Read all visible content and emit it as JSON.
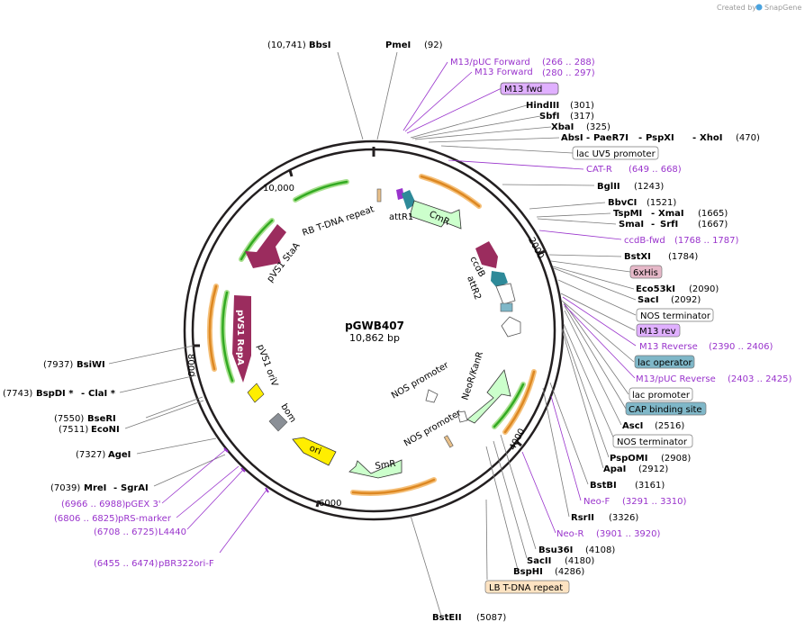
{
  "credit": {
    "text": "Created by",
    "brand": "SnapGene"
  },
  "plasmid": {
    "name": "pGWB407",
    "size": "10,862 bp"
  },
  "ticks": [
    "10,000",
    "2000",
    "4000",
    "6000",
    "8000"
  ],
  "features": {
    "attR1": "attR1",
    "CmR": "CmR",
    "ccdB": "ccdB",
    "attR2": "attR2",
    "rb": "RB T-DNA repeat",
    "staA": "pVS1 StaA",
    "repA": "pVS1 RepA",
    "oriV": "pVS1 oriV",
    "bom": "bom",
    "ori": "ori",
    "SmR": "SmR",
    "nosP1": "NOS promoter",
    "nosP2": "NOS promoter",
    "neoKan": "NeoR/KanR"
  },
  "labels": {
    "bbsI": "BbsI",
    "bbsI_pos": "(10,741)",
    "pmeI": "PmeI",
    "pmeI_pos": "(92)",
    "m13puc": "M13/pUC Forward",
    "m13puc_pos": "(266 .. 288)",
    "m13f": "M13 Forward",
    "m13f_pos": "(280 .. 297)",
    "m13fwd": "M13 fwd",
    "hindIII": "HindIII",
    "hindIII_pos": "(301)",
    "sbfI": "SbfI",
    "sbfI_pos": "(317)",
    "xbaI": "XbaI",
    "xbaI_pos": "(325)",
    "absI": "AbsI",
    "paeR7I": "PaeR7I",
    "pspXI": "PspXI",
    "xhoI": "XhoI",
    "xhoI_pos": "(470)",
    "lacUV5": "lac UV5 promoter",
    "catR": "CAT-R",
    "catR_pos": "(649 .. 668)",
    "bglII": "BglII",
    "bglII_pos": "(1243)",
    "bbvCI": "BbvCI",
    "bbvCI_pos": "(1521)",
    "tspMI": "TspMI",
    "xmaI": "XmaI",
    "xmaI_pos": "(1665)",
    "smaI": "SmaI",
    "srfI": "SrfI",
    "srfI_pos": "(1667)",
    "ccdBfwd": "ccdB-fwd",
    "ccdBfwd_pos": "(1768 .. 1787)",
    "bstXI": "BstXI",
    "bstXI_pos": "(1784)",
    "his": "6xHis",
    "eco53kI": "Eco53kI",
    "eco53kI_pos": "(2090)",
    "sacI": "SacI",
    "sacI_pos": "(2092)",
    "nosTerm1": "NOS terminator",
    "m13rev": "M13 rev",
    "m13reverse": "M13 Reverse",
    "m13reverse_pos": "(2390 .. 2406)",
    "lacOp": "lac operator",
    "m13pucRev": "M13/pUC Reverse",
    "m13pucRev_pos": "(2403 .. 2425)",
    "lacProm": "lac promoter",
    "cap": "CAP binding site",
    "ascI": "AscI",
    "ascI_pos": "(2516)",
    "nosTerm2": "NOS terminator",
    "pspOMI": "PspOMI",
    "pspOMI_pos": "(2908)",
    "apaI": "ApaI",
    "apaI_pos": "(2912)",
    "bstBI": "BstBI",
    "bstBI_pos": "(3161)",
    "neoF": "Neo-F",
    "neoF_pos": "(3291 .. 3310)",
    "rsrII": "RsrII",
    "rsrII_pos": "(3326)",
    "neoR": "Neo-R",
    "neoR_pos": "(3901 .. 3920)",
    "bsu36I": "Bsu36I",
    "bsu36I_pos": "(4108)",
    "sacII": "SacII",
    "sacII_pos": "(4180)",
    "bspHI": "BspHI",
    "bspHI_pos": "(4286)",
    "lbRepeat": "LB T-DNA repeat",
    "bstEII": "BstEII",
    "bstEII_pos": "(5087)",
    "pbr": "pBR322ori-F",
    "pbr_pos": "(6455 .. 6474)",
    "l4440": "L4440",
    "l4440_pos": "(6708 .. 6725)",
    "prs": "pRS-marker",
    "prs_pos": "(6806 .. 6825)",
    "pgex": "pGEX 3'",
    "pgex_pos": "(6966 .. 6988)",
    "mreI": "MreI",
    "sgrAI": "SgrAI",
    "mreI_pos": "(7039)",
    "ageI": "AgeI",
    "ageI_pos": "(7327)",
    "ecoNI": "EcoNI",
    "ecoNI_pos": "(7511)",
    "bseRI": "BseRI",
    "bseRI_pos": "(7550)",
    "bspDI": "BspDI *",
    "claI": "ClaI *",
    "bspDI_pos": "(7743)",
    "bsiWI": "BsiWI",
    "bsiWI_pos": "(7937)"
  },
  "colors": {
    "ring": "#231f20",
    "purple": "#9933cc",
    "green": "#33aa22",
    "orange": "#dd8822",
    "magenta": "#9b2c5e",
    "teal": "#2e8a99",
    "yellow": "#ffee00",
    "mint": "#ccffcc",
    "grey": "#8a8f96",
    "m13fwdBox": "#e0b0ff",
    "hisBox": "#e6b8c8",
    "lacOpBox": "#7fb7c8",
    "lbBox": "#fde3c2"
  }
}
